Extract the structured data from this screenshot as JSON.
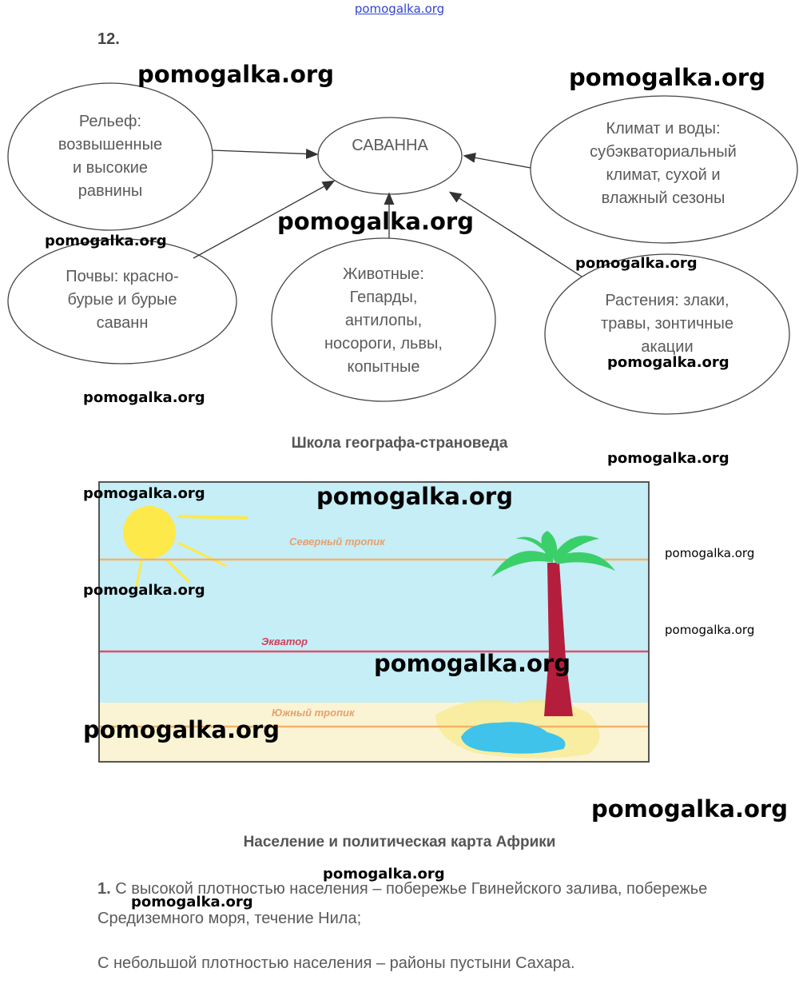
{
  "watermark_site": "pomogalka.org",
  "task_number": "12.",
  "diagram": {
    "center": "САВАННА",
    "relief": [
      "Рельеф:",
      "возвышенные",
      "и высокие",
      "равнины"
    ],
    "climate": [
      "Климат и воды:",
      "субэкваториальный",
      "климат, сухой и",
      "влажный сезоны"
    ],
    "soils": [
      "Почвы: красно-",
      "бурые и бурые",
      "саванн"
    ],
    "animals": [
      "Животные:",
      "Гепарды,",
      "антилопы,",
      "носороги, львы,",
      "копытные"
    ],
    "plants": [
      "Растения: злаки,",
      "травы, зонтичные",
      "акации"
    ]
  },
  "section_title": "Школа географа-страноведа",
  "picture": {
    "north_tropic": "Северный тропик",
    "equator": "Экватор",
    "south_tropic": "Южный тропик",
    "colors": {
      "sky": "#c5eef6",
      "sand": "#fbf4d4",
      "sun": "#fde94a",
      "palm_leaves": "#3bcf6a",
      "palm_trunk": "#b51d3d",
      "water": "#3fc3ea",
      "tropic_line": "#f3b26a",
      "equator_line": "#e0506a"
    }
  },
  "section2_title": "Население и политическая карта Африки",
  "answer": {
    "number": "1.",
    "line1": " С высокой плотностью населения – побережье Гвинейского залива, побережье",
    "line2": "Средиземного моря, течение Нила;",
    "line3": "С небольшой плотностью населения – районы пустыни Сахара."
  }
}
